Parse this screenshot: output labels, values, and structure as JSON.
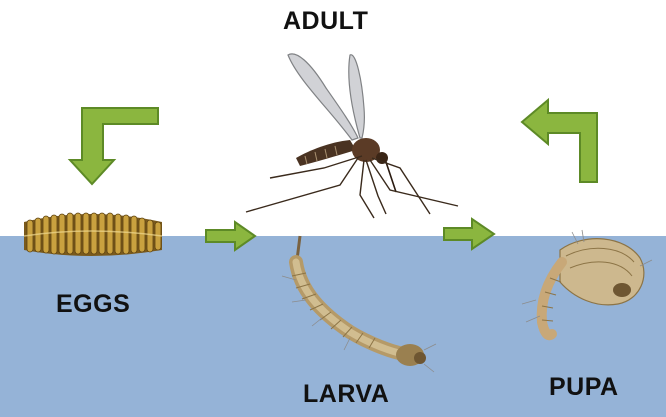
{
  "stages": {
    "adult": "ADULT",
    "eggs": "EGGS",
    "larva": "LARVA",
    "pupa": "PUPA"
  },
  "colors": {
    "water": "#95b3d7",
    "arrow_fill": "#8bb63f",
    "arrow_stroke": "#5d8a26",
    "label": "#111111"
  },
  "icons": [
    "mosquito-icon",
    "egg-raft-icon",
    "larva-icon",
    "pupa-icon",
    "arrow-icon"
  ]
}
